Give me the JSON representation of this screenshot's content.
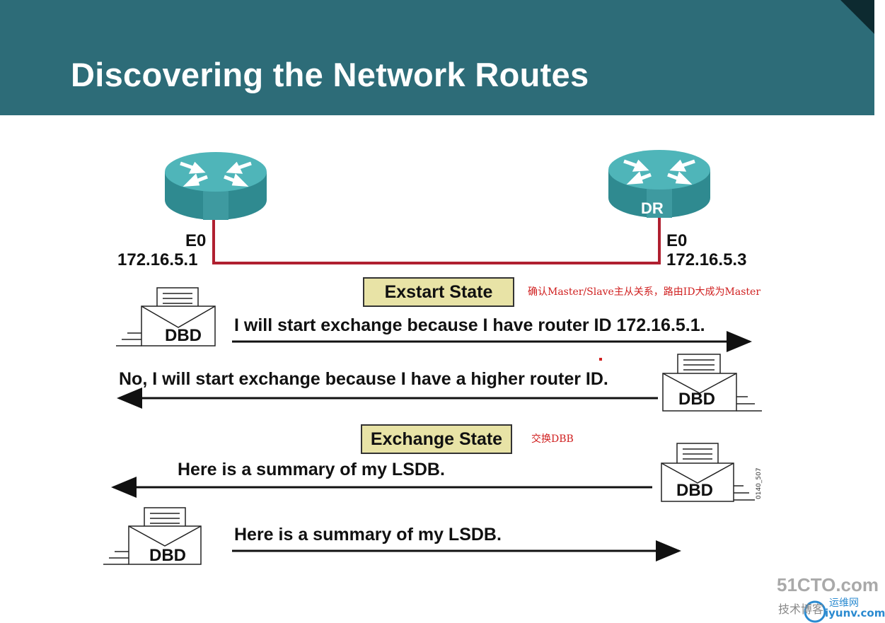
{
  "title": "Discovering the Network Routes",
  "routers": [
    {
      "id": "left",
      "label": "",
      "interface": "E0",
      "ip": "172.16.5.1"
    },
    {
      "id": "right",
      "label": "DR",
      "interface": "E0",
      "ip": "172.16.5.3"
    }
  ],
  "states": [
    {
      "name": "Exstart State",
      "note": "确认Master/Slave主从关系，路由ID大成为Master"
    },
    {
      "name": "Exchange State",
      "note": "交换DBB"
    }
  ],
  "messages": [
    {
      "text": "I will start exchange because I have router ID 172.16.5.1.",
      "direction": "right",
      "packet": "DBD"
    },
    {
      "text": "No, I will start exchange because I have a higher router ID.",
      "direction": "left",
      "packet": "DBD"
    },
    {
      "text": "Here is a summary of my LSDB.",
      "direction": "left",
      "packet": "DBD"
    },
    {
      "text": "Here is a summary of my LSDB.",
      "direction": "right",
      "packet": "DBD"
    }
  ],
  "figure_id": "0140_507",
  "watermark": {
    "site": "51CTO.com",
    "blog": "技术博客",
    "brand": "运维网",
    "url": "iyunv.com"
  },
  "colors": {
    "header": "#2d6c78",
    "router": "#3f9ea4",
    "link": "#b02030",
    "state_fill": "#e8e3a6",
    "note": "#d02020"
  }
}
